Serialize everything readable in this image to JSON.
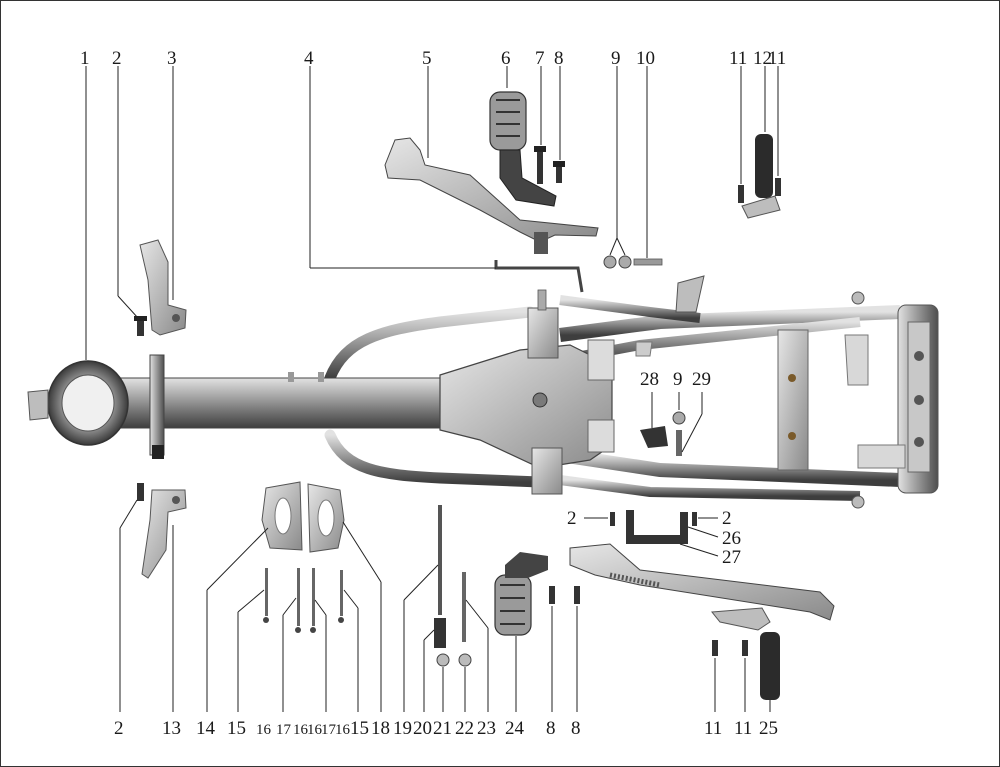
{
  "labels": {
    "top": [
      "1",
      "2",
      "3",
      "4",
      "5",
      "6",
      "7",
      "8",
      "9",
      "10",
      "11",
      "12",
      "11"
    ],
    "bottom": [
      "2",
      "13",
      "14",
      "15",
      "16",
      "17",
      "16",
      "16",
      "17",
      "16",
      "15",
      "18",
      "19",
      "20",
      "21",
      "22",
      "23",
      "24",
      "8",
      "8",
      "11",
      "11",
      "25"
    ],
    "side": [
      "28",
      "9",
      "29",
      "2",
      "2",
      "26",
      "27"
    ]
  },
  "colors": {
    "metal": "#9a9a9a",
    "metal_light": "#d4d4d4",
    "metal_dark": "#5a5a5a",
    "rubber": "#2b2b2b",
    "line": "#222222"
  }
}
